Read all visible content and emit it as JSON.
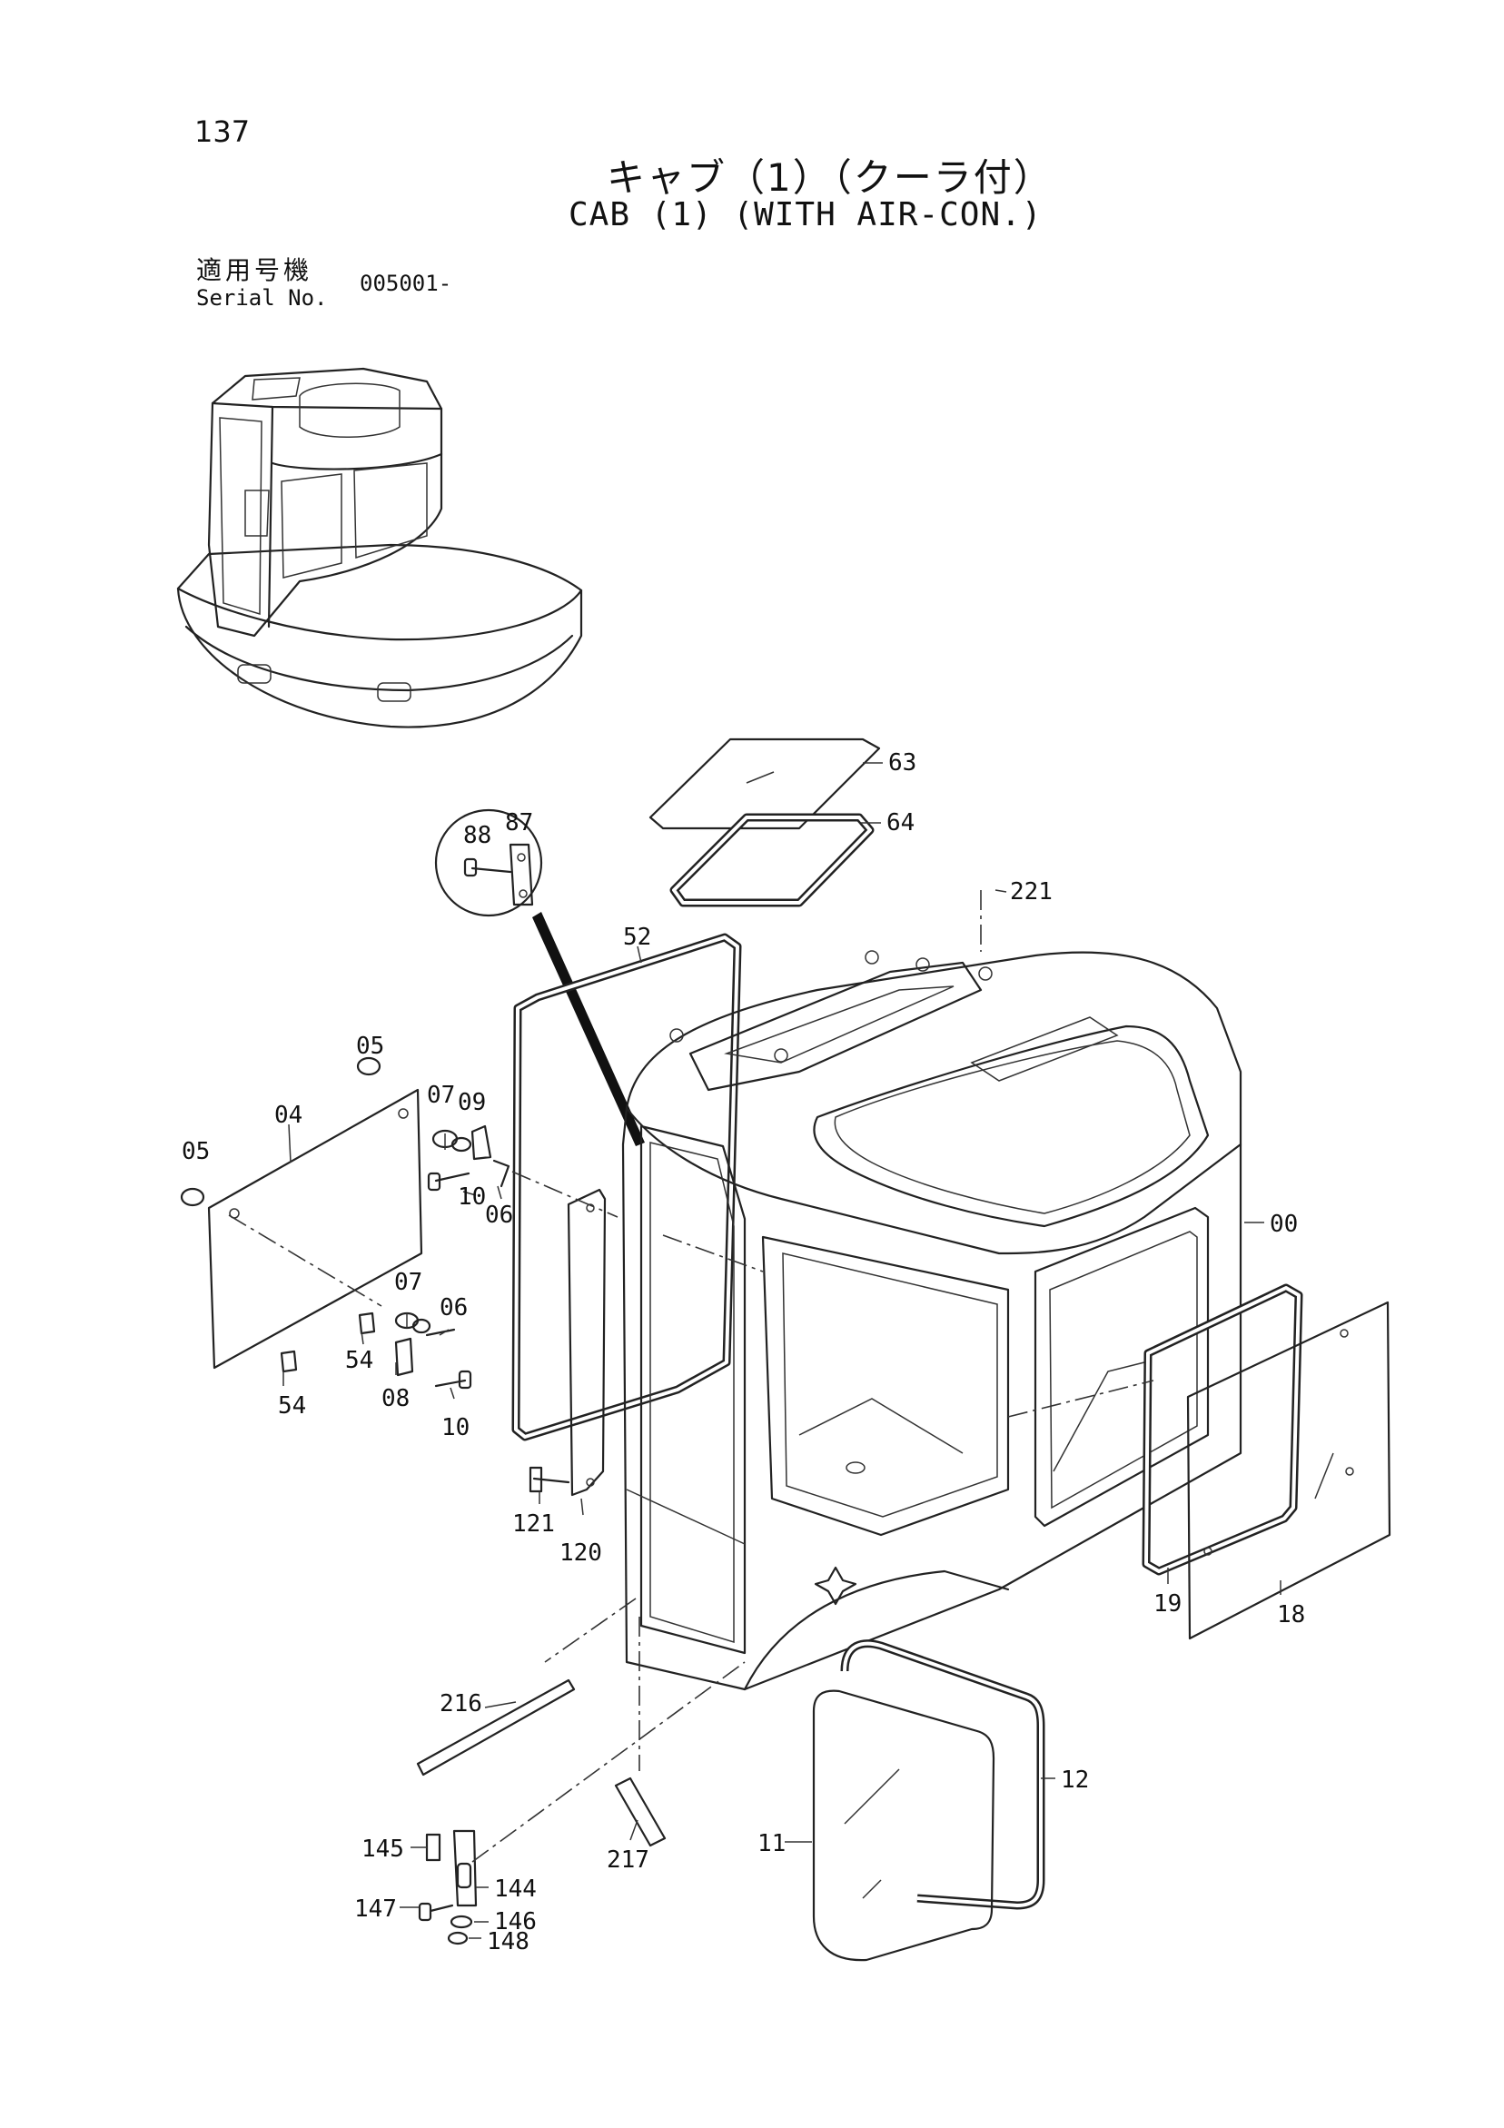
{
  "header": {
    "page_number": "137",
    "title_jp": "キャブ（1）（クーラ付）",
    "title_en": "CAB (1) (WITH AIR-CON.)",
    "serial_label_jp": "適用号機",
    "serial_label_en": "Serial No.",
    "serial_value": "005001-"
  },
  "parts": [
    {
      "id": "p63",
      "label": "63"
    },
    {
      "id": "p64",
      "label": "64"
    },
    {
      "id": "p221",
      "label": "221"
    },
    {
      "id": "p88",
      "label": "88"
    },
    {
      "id": "p87",
      "label": "87"
    },
    {
      "id": "p52",
      "label": "52"
    },
    {
      "id": "p05a",
      "label": "05"
    },
    {
      "id": "p05b",
      "label": "05"
    },
    {
      "id": "p04",
      "label": "04"
    },
    {
      "id": "p07a",
      "label": "07"
    },
    {
      "id": "p09",
      "label": "09"
    },
    {
      "id": "p10a",
      "label": "10"
    },
    {
      "id": "p06a",
      "label": "06"
    },
    {
      "id": "p07b",
      "label": "07"
    },
    {
      "id": "p06b",
      "label": "06"
    },
    {
      "id": "p54a",
      "label": "54"
    },
    {
      "id": "p54b",
      "label": "54"
    },
    {
      "id": "p08",
      "label": "08"
    },
    {
      "id": "p10b",
      "label": "10"
    },
    {
      "id": "p121",
      "label": "121"
    },
    {
      "id": "p120",
      "label": "120"
    },
    {
      "id": "p00",
      "label": "00"
    },
    {
      "id": "p19",
      "label": "19"
    },
    {
      "id": "p18",
      "label": "18"
    },
    {
      "id": "p216",
      "label": "216"
    },
    {
      "id": "p217",
      "label": "217"
    },
    {
      "id": "p12",
      "label": "12"
    },
    {
      "id": "p11",
      "label": "11"
    },
    {
      "id": "p145",
      "label": "145"
    },
    {
      "id": "p144",
      "label": "144"
    },
    {
      "id": "p147",
      "label": "147"
    },
    {
      "id": "p146",
      "label": "146"
    },
    {
      "id": "p148",
      "label": "148"
    }
  ]
}
